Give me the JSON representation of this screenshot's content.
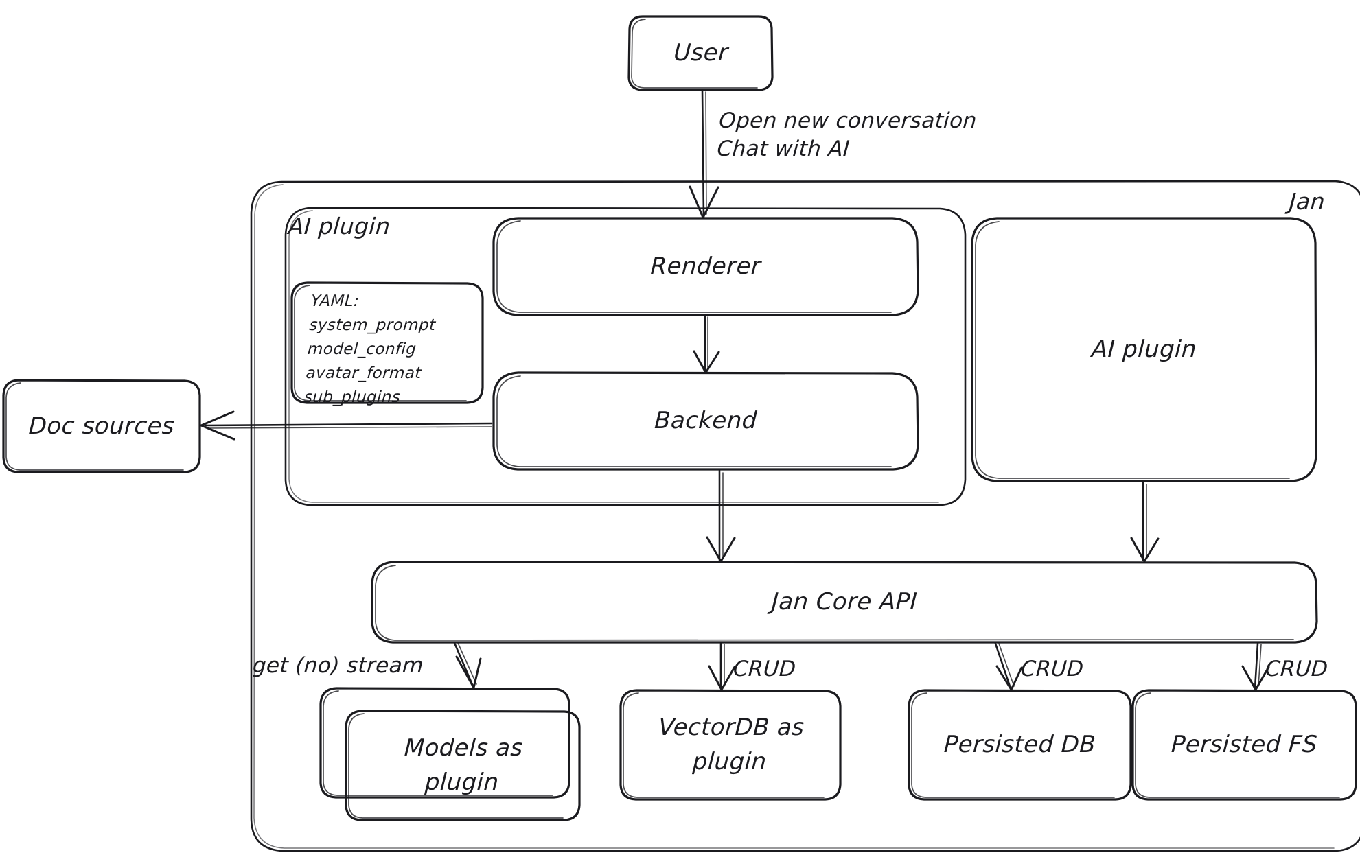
{
  "diagram": {
    "title_visible": false,
    "style": "hand-drawn-sketch",
    "stroke_color": "#1b1b1f",
    "background_color": "#ffffff"
  },
  "containers": {
    "jan": {
      "label": "Jan"
    },
    "ai_plugin_group": {
      "label": "AI plugin"
    }
  },
  "nodes": {
    "user": {
      "label": "User"
    },
    "renderer": {
      "label": "Renderer"
    },
    "backend": {
      "label": "Backend"
    },
    "doc_sources": {
      "label": "Doc sources"
    },
    "ai_plugin_right": {
      "label": "AI plugin"
    },
    "jan_core_api": {
      "label": "Jan Core API"
    },
    "models_as_plugin": {
      "label": "Models as\nplugin"
    },
    "vectordb_as_plugin": {
      "label": "VectorDB as\nplugin"
    },
    "persisted_db": {
      "label": "Persisted DB"
    },
    "persisted_fs": {
      "label": "Persisted FS"
    }
  },
  "yaml_card": {
    "lines": [
      "YAML:",
      "system_prompt",
      "model_config",
      "avatar_format",
      "sub_plugins"
    ]
  },
  "edge_labels": {
    "user_to_renderer": "Open new conversation\nChat with AI",
    "core_to_models": "get (no) stream",
    "core_to_vectordb": "CRUD",
    "core_to_persisted_db": "CRUD",
    "core_to_persisted_fs": "CRUD"
  },
  "edges": [
    {
      "from": "user",
      "to": "renderer",
      "label": "Open new conversation / Chat with AI",
      "direction": "down"
    },
    {
      "from": "renderer",
      "to": "backend",
      "label": "",
      "direction": "down"
    },
    {
      "from": "backend",
      "to": "doc_sources",
      "label": "",
      "direction": "left"
    },
    {
      "from": "backend",
      "to": "jan_core_api",
      "label": "",
      "direction": "down"
    },
    {
      "from": "ai_plugin_right",
      "to": "jan_core_api",
      "label": "",
      "direction": "down"
    },
    {
      "from": "jan_core_api",
      "to": "models_as_plugin",
      "label": "get (no) stream",
      "direction": "down"
    },
    {
      "from": "jan_core_api",
      "to": "vectordb_as_plugin",
      "label": "CRUD",
      "direction": "down"
    },
    {
      "from": "jan_core_api",
      "to": "persisted_db",
      "label": "CRUD",
      "direction": "down"
    },
    {
      "from": "jan_core_api",
      "to": "persisted_fs",
      "label": "CRUD",
      "direction": "down"
    }
  ]
}
